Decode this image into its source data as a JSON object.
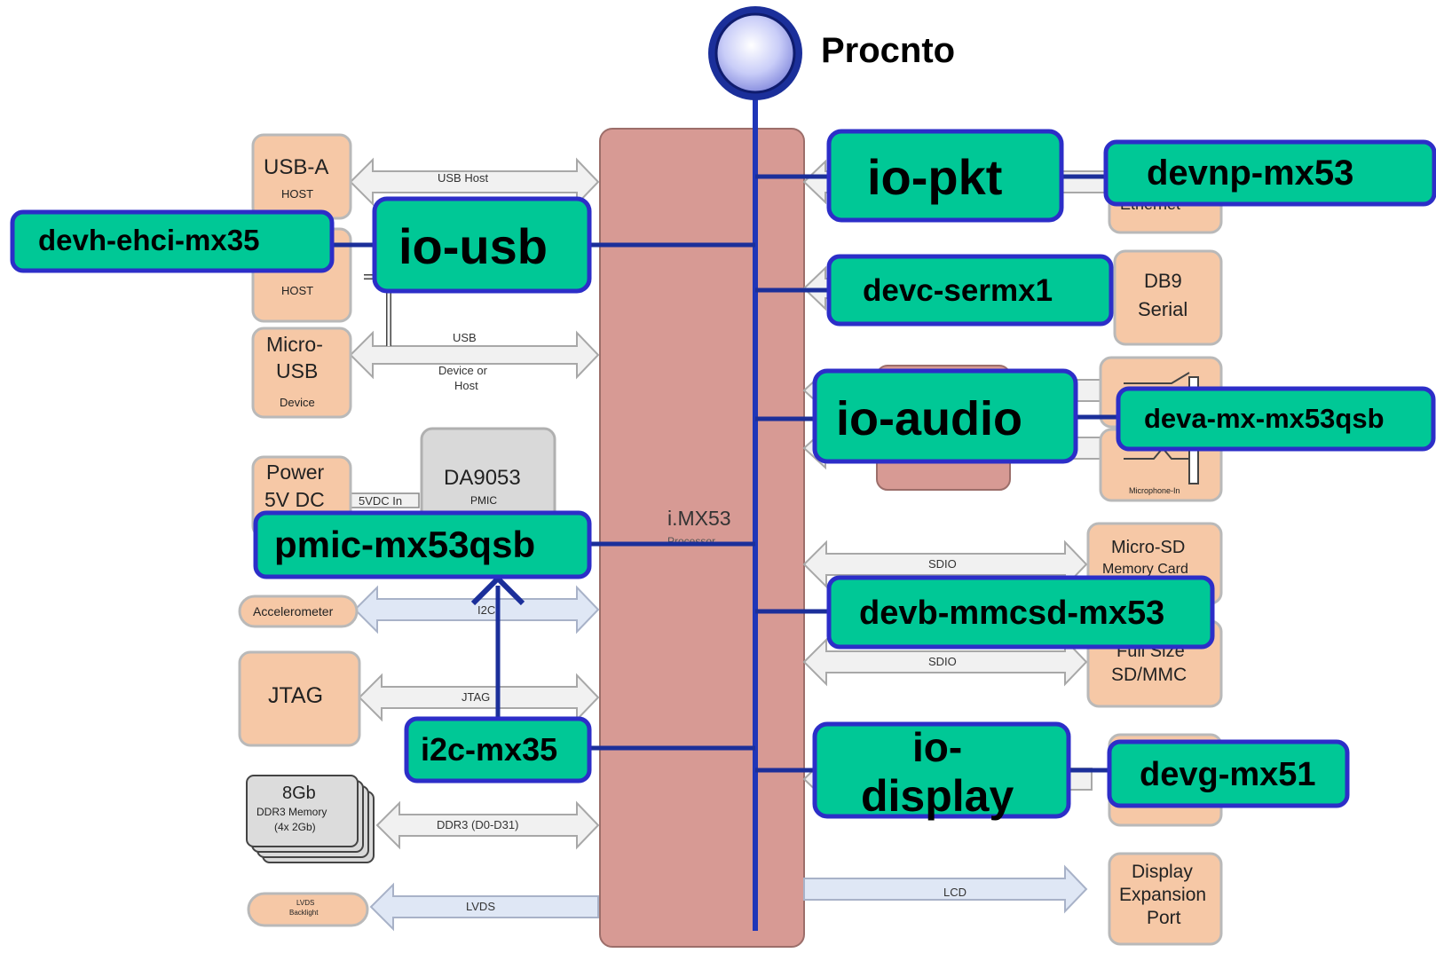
{
  "title": "Procnto",
  "processor": {
    "name": "i.MX53",
    "sub": "Processor"
  },
  "peripherals": {
    "usb_a": {
      "line1": "USB-A",
      "line2": "HOST"
    },
    "usb_host2": {
      "line2": "HOST"
    },
    "micro_usb": {
      "line1": "Micro-",
      "line2": "USB",
      "line3": "Device"
    },
    "power": {
      "line1": "Power",
      "line2": "5V DC"
    },
    "da9053": {
      "line1": "DA9053",
      "line2": "PMIC"
    },
    "accelerometer": "Accelerometer",
    "jtag": "JTAG",
    "ddr": {
      "line1": "8Gb",
      "line2": "DDR3 Memory",
      "line3": "(4x 2Gb)"
    },
    "lvds_port": {
      "line1": "LVDS",
      "line2": "Backlight"
    },
    "db9": {
      "line1": "DB9",
      "line2": "Serial"
    },
    "micro_sd": {
      "line1": "Micro-SD",
      "line2": "Memory Card"
    },
    "full_sd": {
      "line1": "Full Size",
      "line2": "SD/MMC"
    },
    "display_exp": {
      "line1": "Display",
      "line2": "Expansion",
      "line3": "Port"
    },
    "microphone": "Microphone-In",
    "ethernet": "Ethernet"
  },
  "buses": {
    "usb_host": "USB Host",
    "usb": "USB",
    "usb_dev": "Device or",
    "usb_dev2": "Host",
    "vdc": "5VDC In",
    "i2c": "I2C",
    "jtag": "JTAG",
    "ddr3": "DDR3 (D0-D31)",
    "lvds": "LVDS",
    "sdio1": "SDIO",
    "sdio2": "SDIO",
    "lcd": "LCD"
  },
  "drivers": {
    "io_pkt": "io-pkt",
    "devnp": "devnp-mx53",
    "devh": "devh-ehci-mx35",
    "io_usb": "io-usb",
    "devc": "devc-sermx1",
    "io_audio": "io-audio",
    "deva": "deva-mx-mx53qsb",
    "pmic": "pmic-mx53qsb",
    "devb": "devb-mmcsd-mx53",
    "i2c": "i2c-mx35",
    "io_display_1": "io-",
    "io_display_2": "display",
    "devg": "devg-mx51"
  },
  "colors": {
    "driver_fill": "#00c896",
    "driver_border": "#2c2ec8",
    "connector": "#1b2f9a",
    "processor_fill": "#d79a94",
    "peripheral_fill": "#f6c8a6"
  }
}
